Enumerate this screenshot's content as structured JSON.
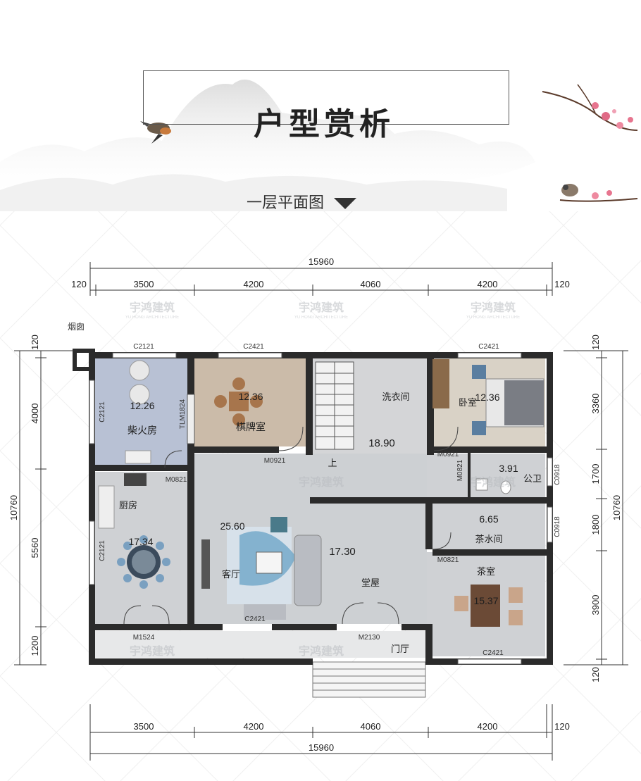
{
  "header": {
    "title": "户型赏析",
    "subtitle": "一层平面图"
  },
  "watermark": {
    "brand_cn": "宇鸿建筑",
    "brand_en": "YU HONG ARCHITECTURE"
  },
  "dimensions": {
    "total": "15960",
    "top_columns": [
      "120",
      "3500",
      "4200",
      "4060",
      "4200",
      "120"
    ],
    "bottom_columns": [
      "3500",
      "4200",
      "4060",
      "4200",
      "120"
    ],
    "left_total": "10760",
    "left_rows": [
      "120",
      "4000",
      "5560",
      "1200"
    ],
    "right_total": "10760",
    "right_rows": [
      "120",
      "3360",
      "1700",
      "1800",
      "3900",
      "120"
    ]
  },
  "rooms": {
    "woodshed": {
      "name": "柴火房",
      "area": "12.26"
    },
    "chess": {
      "name": "棋牌室",
      "area": "12.36"
    },
    "laundry": {
      "name": "洗衣间"
    },
    "stair_area": {
      "area": "18.90",
      "up": "上"
    },
    "bedroom": {
      "name": "卧室",
      "area": "12.36"
    },
    "toilet": {
      "name": "公卫",
      "area": "3.91"
    },
    "pantry": {
      "name": "茶水间",
      "area": "6.65"
    },
    "kitchen": {
      "name": "厨房",
      "area": "17.34"
    },
    "living": {
      "name": "客厅",
      "area": "25.60"
    },
    "hall": {
      "name": "堂屋",
      "area": "17.30"
    },
    "tea": {
      "name": "茶室",
      "area": "15.37"
    },
    "entry": {
      "name": "门厅"
    }
  },
  "labels": {
    "chimney": "烟囱",
    "w_c2121_a": "C2121",
    "w_c2421_a": "C2421",
    "w_c2421_b": "C2421",
    "w_c2121_b": "C2121",
    "w_c2121_c": "C2121",
    "w_tlm": "TLM1824",
    "d_m0921_a": "M0921",
    "d_m0921_b": "M0921",
    "d_m0821_a": "M0821",
    "d_m0821_b": "M0821",
    "d_m0821_c": "M0821",
    "w_c0918_a": "C0918",
    "w_c0918_b": "C0918",
    "w_c2421_c": "C2421",
    "w_c2421_d": "C2421",
    "d_m1524": "M1524",
    "d_m2130": "M2130"
  }
}
